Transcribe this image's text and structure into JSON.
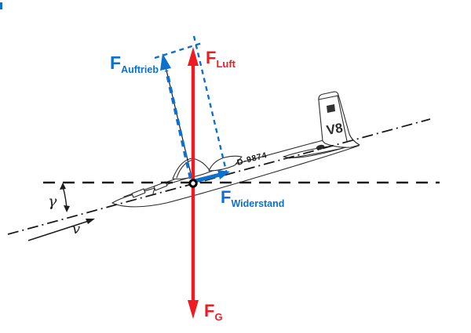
{
  "diagram": {
    "title_hidden": "",
    "background": "#ffffff",
    "colors": {
      "force_red": "#ee1b23",
      "force_blue": "#0d70cc",
      "line_black": "#1a1a1a",
      "sketch_gray": "#2b2b2b"
    },
    "labels": {
      "f_luft": {
        "symbol": "F",
        "subscript": "Luft"
      },
      "f_auftrieb": {
        "symbol": "F",
        "subscript": "Auftrieb"
      },
      "f_widerstand": {
        "symbol": "F",
        "subscript": "Widerstand"
      },
      "f_g": {
        "symbol": "F",
        "subscript": "G"
      },
      "glide_angle": "γ",
      "velocity": "v"
    },
    "aircraft": {
      "registration": "D-9874",
      "tail_marking": "V8"
    }
  }
}
